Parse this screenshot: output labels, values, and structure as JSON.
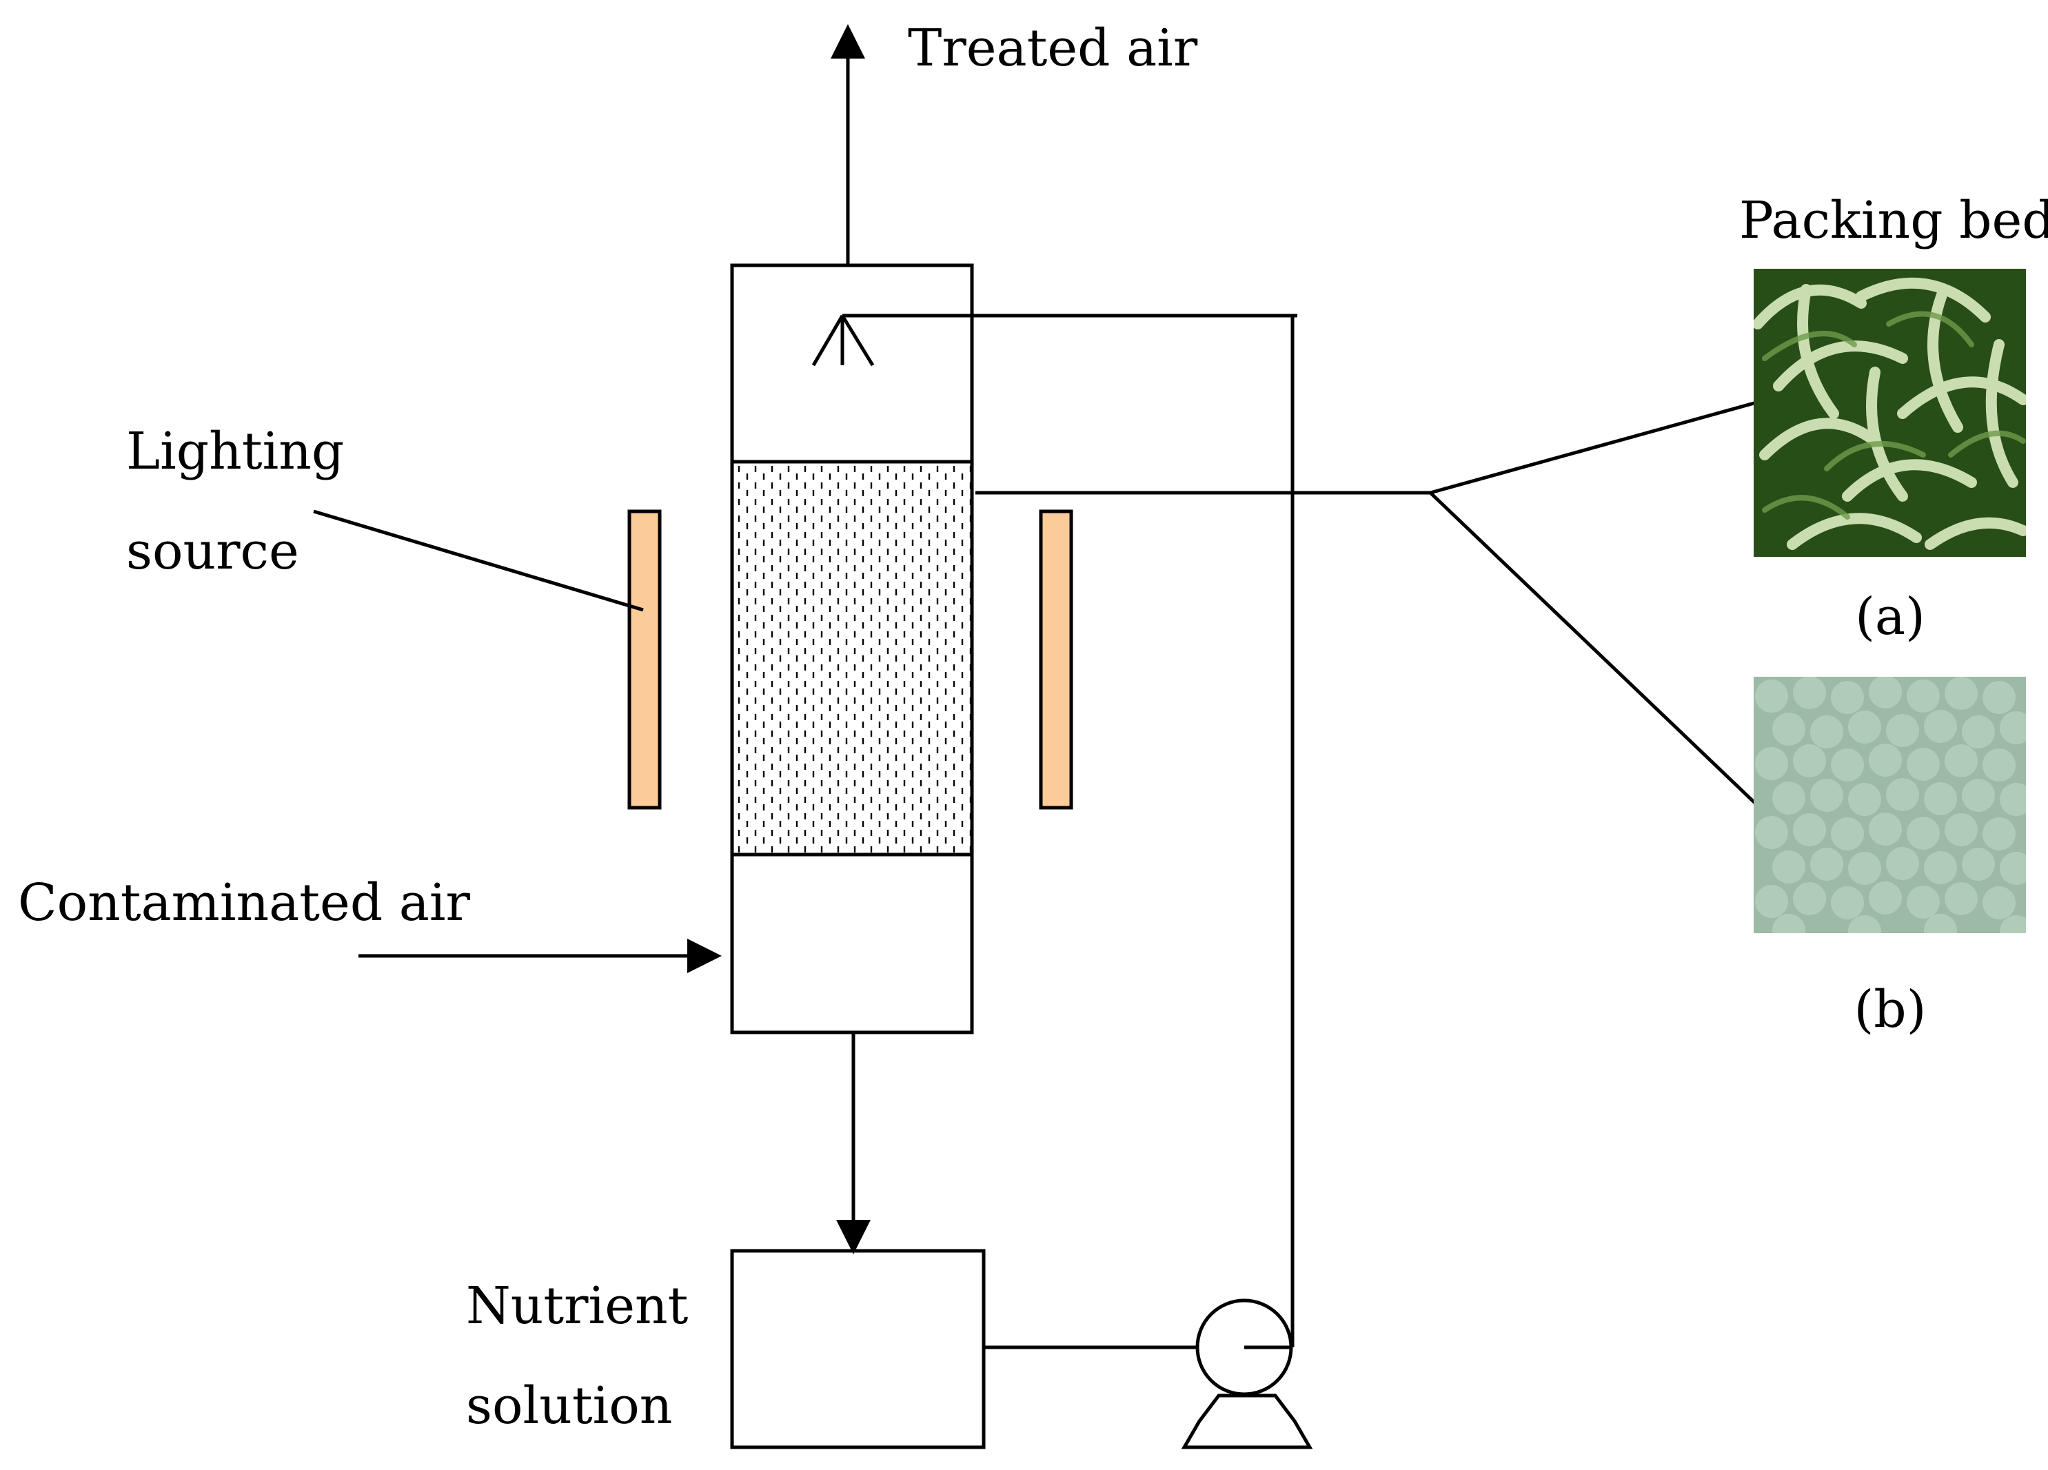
{
  "labels": {
    "treated_air": "Treated air",
    "packing_bed": "Packing bed:",
    "lighting_line1": "Lighting",
    "lighting_line2": "source",
    "contaminated_air": "Contaminated air",
    "nutrient_line1": "Nutrient",
    "nutrient_line2": "solution",
    "option_a": "(a)",
    "option_b": "(b)"
  },
  "colors": {
    "lamp_fill": "#FBCB9A",
    "photo_a_base": "#2E5A1C",
    "photo_a_ring": "#C9DDB0",
    "photo_b_base": "#8FB19A",
    "photo_b_granule": "#A9C8B2"
  },
  "icons": {
    "pump": "pump-icon",
    "spray_nozzle": "spray-nozzle-icon"
  }
}
